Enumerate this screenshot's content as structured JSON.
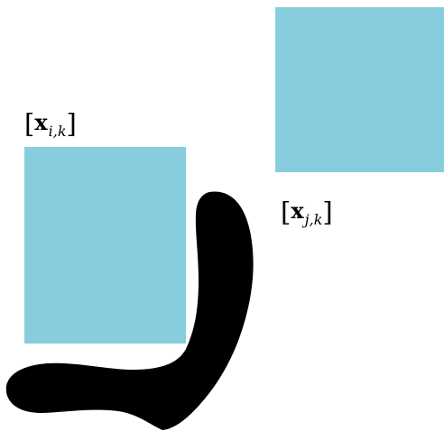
{
  "colors": {
    "box_fill": "#88CDDD",
    "stroke_shape": "#000000",
    "background": "#FFFFFF"
  },
  "labels": {
    "box_a": {
      "open": "[",
      "vector": "x",
      "subscript": "i,k",
      "close": "]"
    },
    "box_b": {
      "open": "[",
      "vector": "x",
      "subscript": "j,k",
      "close": "]"
    }
  }
}
